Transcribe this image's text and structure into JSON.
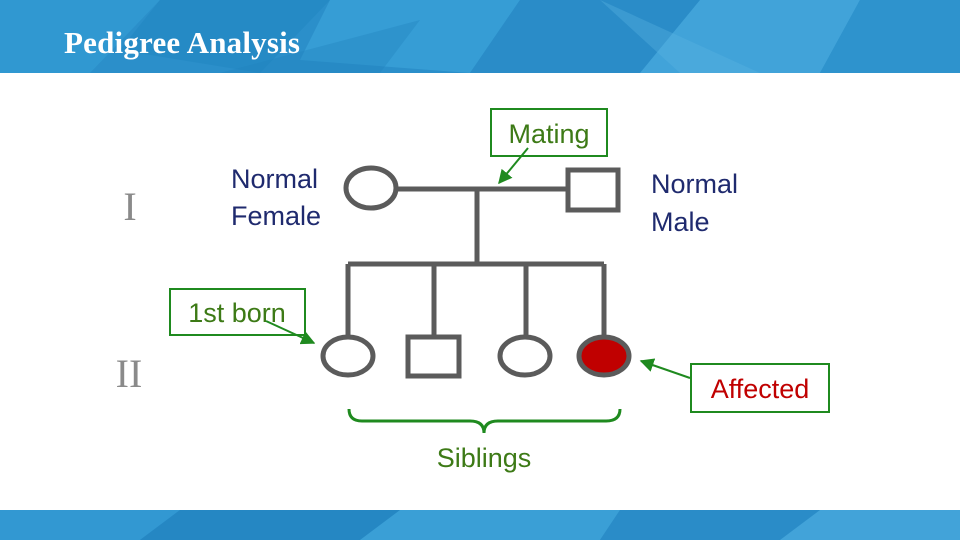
{
  "slide": {
    "title": "Pedigree Analysis"
  },
  "colors": {
    "header_blue": "#2b8fca",
    "header_blue_light": "#45a7db",
    "symbol_stroke": "#5b5b5b",
    "affected_fill": "#c00000",
    "callout_green": "#1f8a1f",
    "green_text": "#3d7a16",
    "red_text": "#c00000",
    "navy_text": "#1f2a6e",
    "roman_gray": "#8a8a8a"
  },
  "generations": {
    "first": "I",
    "second": "II"
  },
  "descriptions": {
    "normal_female": [
      "Normal",
      "Female"
    ],
    "normal_male": [
      "Normal",
      "Male"
    ]
  },
  "callouts": {
    "mating": "Mating",
    "first_born": "1st born",
    "affected": "Affected",
    "siblings": "Siblings"
  },
  "individuals": [
    {
      "generation": "I",
      "sex": "female",
      "affected": false
    },
    {
      "generation": "I",
      "sex": "male",
      "affected": false
    },
    {
      "generation": "II",
      "sex": "female",
      "affected": false
    },
    {
      "generation": "II",
      "sex": "male",
      "affected": false
    },
    {
      "generation": "II",
      "sex": "female",
      "affected": false
    },
    {
      "generation": "II",
      "sex": "female",
      "affected": true
    }
  ]
}
